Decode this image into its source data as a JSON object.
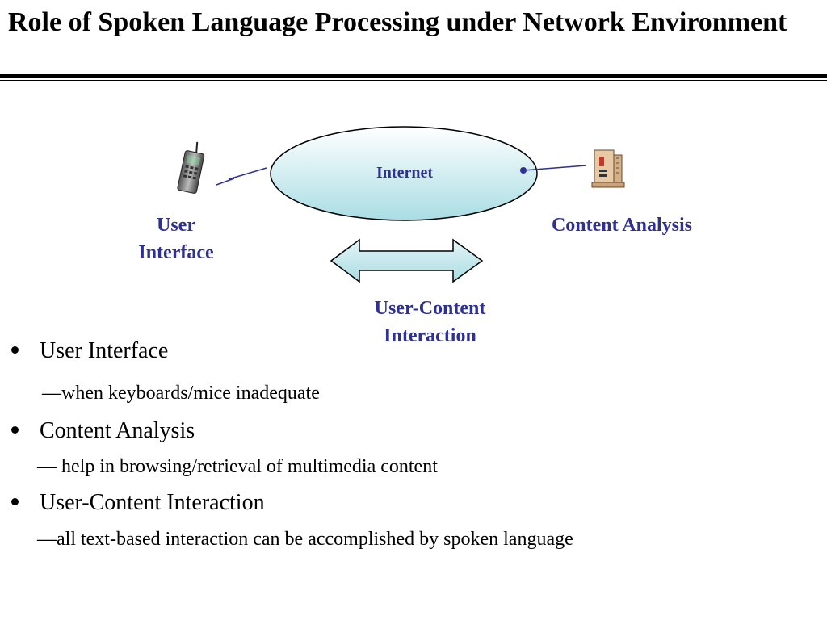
{
  "slide": {
    "title": "Role of Spoken Language Processing under Network Environment"
  },
  "diagram": {
    "internet_label": "Internet",
    "user_interface_label_line1": "User",
    "user_interface_label_line2": "Interface",
    "content_analysis_label": "Content Analysis",
    "interaction_label_line1": "User-Content",
    "interaction_label_line2": "Interaction",
    "colors": {
      "label_blue": "#2e3192",
      "cloud_fill_light": "#ffffff",
      "cloud_fill_dark": "#a9dde3",
      "arrow_fill": "#bfe5ea"
    },
    "icons": [
      "mobile-phone-icon",
      "server-icon",
      "lightning-link-icon"
    ]
  },
  "bullets": [
    {
      "title": "User Interface",
      "detail": "—when keyboards/mice inadequate"
    },
    {
      "title": "Content Analysis",
      "detail": "— help in browsing/retrieval of multimedia content"
    },
    {
      "title": "User-Content Interaction",
      "detail": "—all text-based interaction can be accomplished by spoken language"
    }
  ]
}
